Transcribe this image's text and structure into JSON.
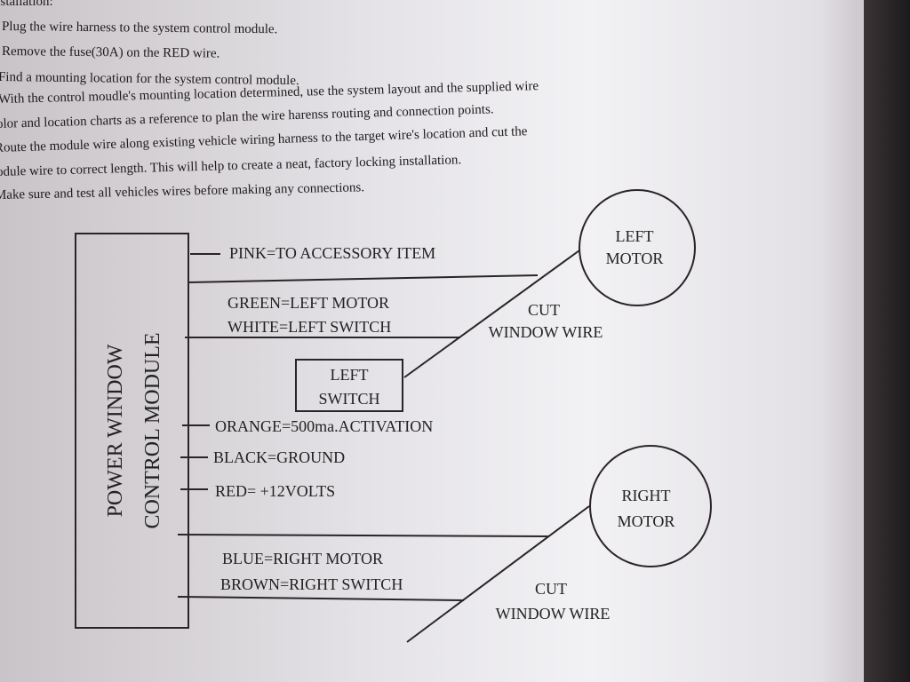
{
  "instructions": {
    "heading": "Installation:",
    "lines": [
      "Plug the wire harness to the system control module.",
      "Remove the fuse(30A) on the RED wire.",
      "Find a mounting location for the system control module.",
      "With the control moudle's mounting location determined, use the system layout and the supplied wire",
      "olor and location charts as a reference to plan the wire harenss routing and connection points.",
      "Route the module wire along existing vehicle wiring harness to the target wire's location and cut the",
      "odule wire to correct length. This will help to create a neat, factory locking installation.",
      "Make sure and test all vehicles wires before making any connections."
    ]
  },
  "diagram": {
    "module": {
      "line1": "POWER WINDOW",
      "line2": "CONTROL MODULE"
    },
    "wires": {
      "pink": "PINK=TO ACCESSORY ITEM",
      "green": "GREEN=LEFT MOTOR",
      "white": "WHITE=LEFT SWITCH",
      "orange": "ORANGE=500ma.ACTIVATION",
      "black": "BLACK=GROUND",
      "red": "RED= +12VOLTS",
      "blue": "BLUE=RIGHT MOTOR",
      "brown": "BROWN=RIGHT SWITCH"
    },
    "left_switch": {
      "line1": "LEFT",
      "line2": "SWITCH"
    },
    "left_motor": {
      "line1": "LEFT",
      "line2": "MOTOR"
    },
    "right_motor": {
      "line1": "RIGHT",
      "line2": "MOTOR"
    },
    "cut_left": {
      "line1": "CUT",
      "line2": "WINDOW WIRE"
    },
    "cut_right": {
      "line1": "CUT",
      "line2": "WINDOW WIRE"
    }
  }
}
